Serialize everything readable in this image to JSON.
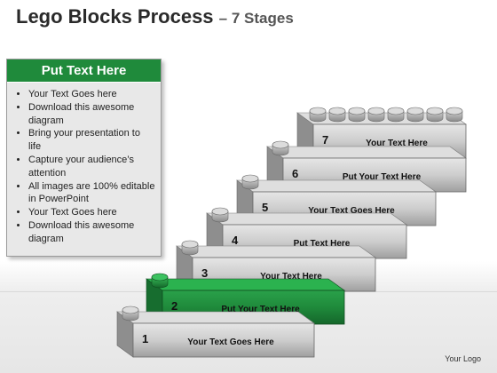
{
  "title": "Lego Blocks Process",
  "subtitle": "– 7 Stages",
  "panel": {
    "heading": "Put Text Here",
    "bullets": [
      "Your Text Goes here",
      "Download this awesome diagram",
      "Bring your presentation to life",
      "Capture your audience’s attention",
      "All images are 100% editable in PowerPoint",
      "Your Text Goes here",
      "Download this awesome diagram"
    ]
  },
  "steps": [
    {
      "number": "1",
      "label": "Your Text Goes Here",
      "color": "grey"
    },
    {
      "number": "2",
      "label": "Put Your Text Here",
      "color": "green"
    },
    {
      "number": "3",
      "label": "Your Text Here",
      "color": "grey"
    },
    {
      "number": "4",
      "label": "Put Text Here",
      "color": "grey"
    },
    {
      "number": "5",
      "label": "Your Text Goes Here",
      "color": "grey"
    },
    {
      "number": "6",
      "label": "Put Your Text Here",
      "color": "grey"
    },
    {
      "number": "7",
      "label": "Your Text Here",
      "color": "grey"
    }
  ],
  "colors": {
    "green_accent": "#1f8a3b",
    "grey_block": "#c8c8c8",
    "green_block": "#1f8a3b"
  },
  "logo": "Your Logo"
}
